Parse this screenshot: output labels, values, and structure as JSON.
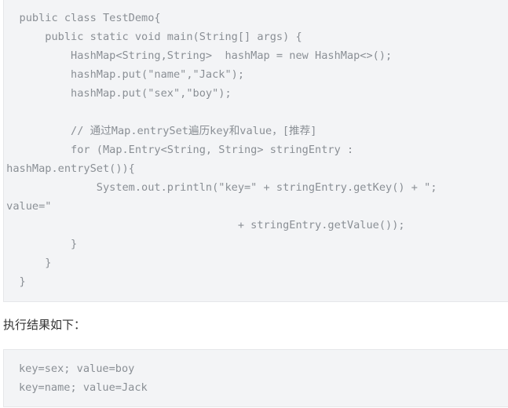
{
  "code_block_1": {
    "lines": [
      "   public class TestDemo{",
      "       public static void main(String[] args) {",
      "           HashMap<String,String>  hashMap = new HashMap<>();",
      "           hashMap.put(\"name\",\"Jack\");",
      "           hashMap.put(\"sex\",\"boy\");",
      "",
      "           // 通过Map.entrySet遍历key和value，[推荐]",
      "           for (Map.Entry<String, String> stringEntry :",
      " hashMap.entrySet()){",
      "               System.out.println(\"key=\" + stringEntry.getKey() + \";",
      " value=\"",
      "                                     + stringEntry.getValue());",
      "           }",
      "       }",
      "   }"
    ]
  },
  "result_label": "执行结果如下：",
  "code_block_2": {
    "lines": [
      "key=sex; value=boy",
      "key=name; value=Jack"
    ]
  },
  "colors": {
    "code_background": "#f3f4f6",
    "code_border": "#e6e7e9",
    "code_text": "#8a8f95",
    "body_text": "#333333"
  }
}
